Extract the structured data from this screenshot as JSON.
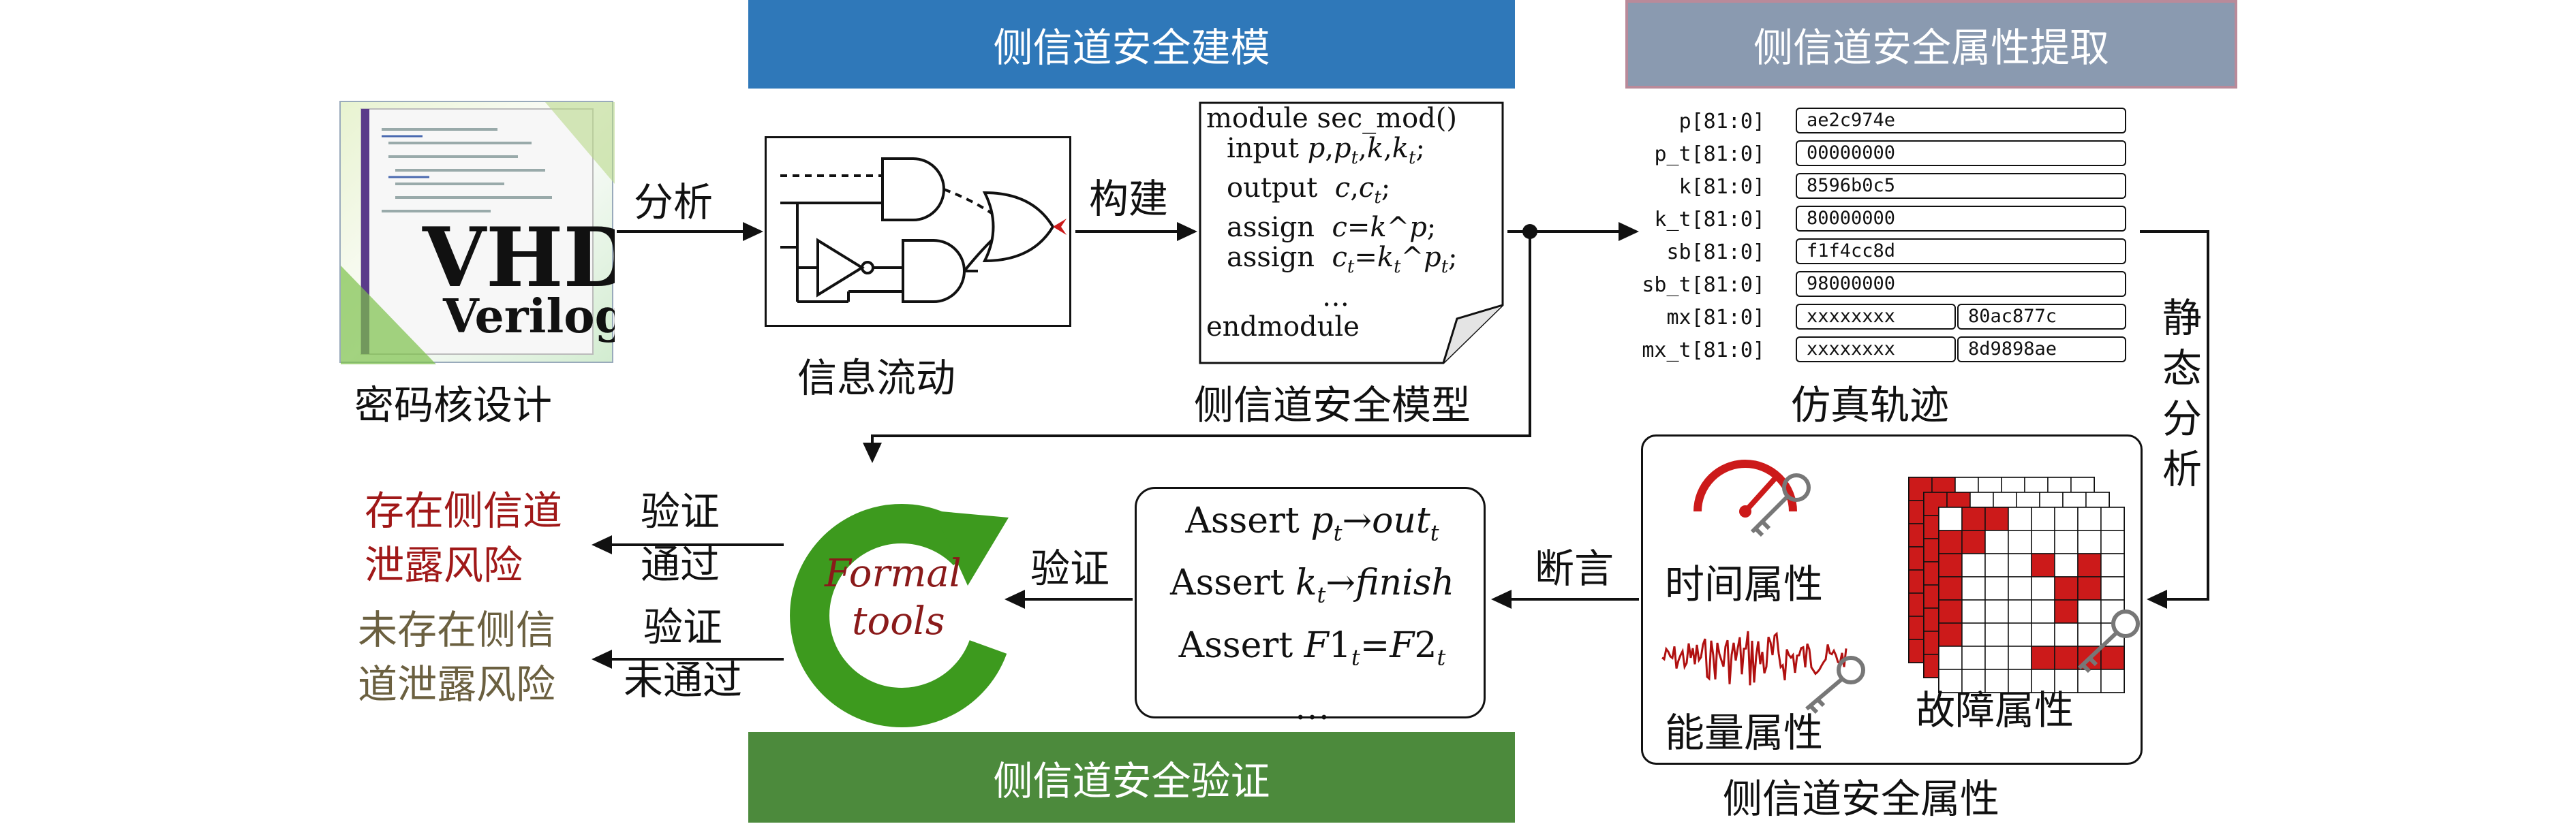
{
  "headers": {
    "modeling": "侧信道安全建模",
    "extraction": "侧信道安全属性提取",
    "verification": "侧信道安全验证"
  },
  "colors": {
    "modeling": "#2f78b9",
    "extraction": "#8a9ab0",
    "verification": "#4c8a3c",
    "red_text": "#a01818",
    "gray_text": "#6b6040",
    "formal_green": "#3d9a1e",
    "fault_red": "#cc1a1a"
  },
  "design": {
    "caption": "密码核设计",
    "logo_line1": "VHDL",
    "logo_line2": "Verilog"
  },
  "flow": {
    "caption": "信息流动"
  },
  "model": {
    "caption": "侧信道安全模型",
    "lines": [
      "module sec_mod()",
      "input p,p_t,k,k_t;",
      "output c,c_t;",
      "assign c=k^p;",
      "assign c_t=k_t^p_t;",
      "…",
      "endmodule"
    ]
  },
  "trace": {
    "caption": "仿真轨迹",
    "rows": [
      {
        "name": "p[81:0]",
        "v1": "ae2c974e",
        "v2": ""
      },
      {
        "name": "p_t[81:0]",
        "v1": "00000000",
        "v2": ""
      },
      {
        "name": "k[81:0]",
        "v1": "8596b0c5",
        "v2": ""
      },
      {
        "name": "k_t[81:0]",
        "v1": "80000000",
        "v2": ""
      },
      {
        "name": "sb[81:0]",
        "v1": "f1f4cc8d",
        "v2": ""
      },
      {
        "name": "sb_t[81:0]",
        "v1": "98000000",
        "v2": ""
      },
      {
        "name": "mx[81:0]",
        "v1": "xxxxxxxx",
        "v2": "80ac877c"
      },
      {
        "name": "mx_t[81:0]",
        "v1": "xxxxxxxx",
        "v2": "8d9898ae"
      }
    ]
  },
  "arrows": {
    "analyze": "分析",
    "build": "构建",
    "static_analysis": [
      "静",
      "态",
      "分",
      "析"
    ],
    "assert": "断言",
    "verify": "验证",
    "pass": [
      "验证",
      "通过"
    ],
    "fail": [
      "验证",
      "未通过"
    ]
  },
  "properties": {
    "caption": "侧信道安全属性",
    "time": "时间属性",
    "power": "能量属性",
    "fault": "故障属性"
  },
  "assertions": {
    "lines": [
      "Assert p_t → out_t",
      "Assert k_t → finish",
      "Assert F1_t = F2_t",
      "…"
    ]
  },
  "formal": {
    "line1": "Formal",
    "line2": "tools"
  },
  "results": {
    "leak": [
      "存在侧信道",
      "泄露风险"
    ],
    "no_leak": [
      "未存在侧信",
      "道泄露风险"
    ]
  }
}
